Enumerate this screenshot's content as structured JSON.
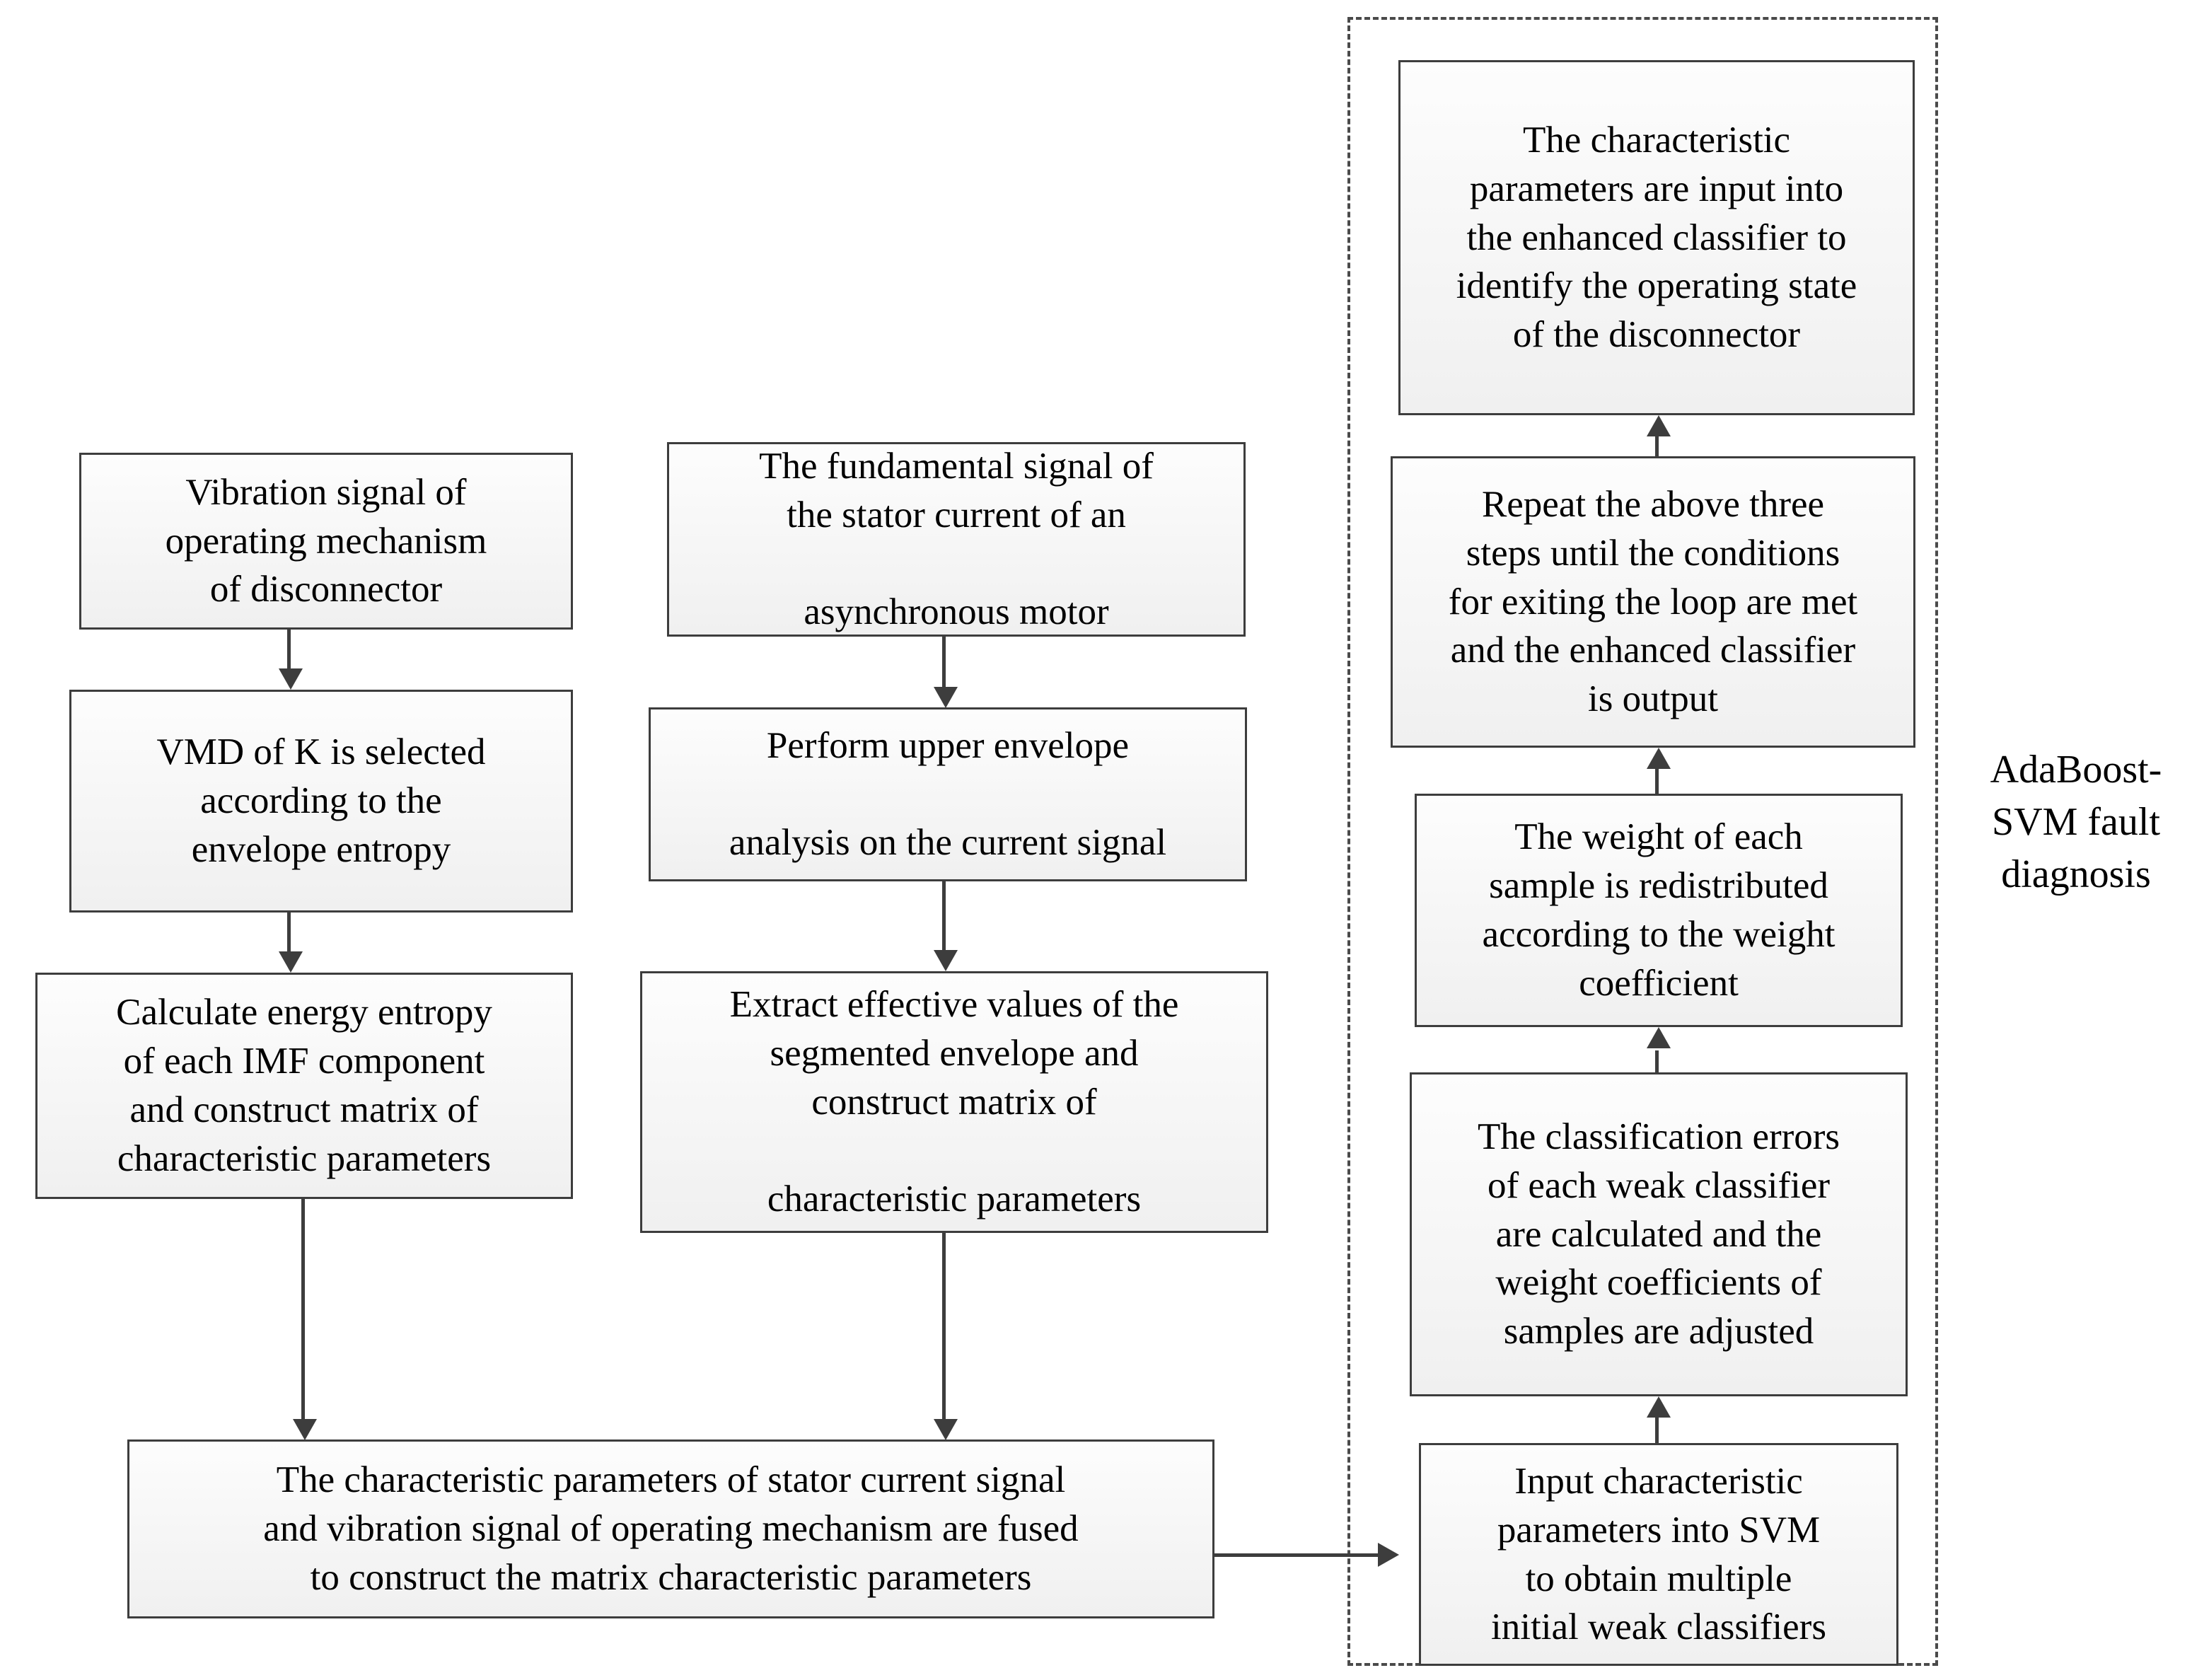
{
  "diagram": {
    "title": "AdaBoost-SVM fault diagnosis flowchart",
    "colors": {
      "box_border": "#3d3d3d",
      "box_fill": "#f7f7f7",
      "connector": "#3d3d3d",
      "group_border": "#4a4a4a",
      "text": "#000000"
    },
    "group_label": "AdaBoost-\nSVM fault\ndiagnosis",
    "left_column": [
      {
        "id": "vibration-signal",
        "text": "Vibration signal of\noperating mechanism\nof disconnector"
      },
      {
        "id": "vmd-selection",
        "text": "VMD of K is selected\naccording to the\nenvelope entropy"
      },
      {
        "id": "energy-entropy",
        "text": "Calculate energy entropy\nof each IMF component\nand construct matrix of\ncharacteristic parameters"
      }
    ],
    "middle_column": [
      {
        "id": "fundamental-signal",
        "text": "The fundamental signal of\nthe stator current of an\n\nasynchronous motor"
      },
      {
        "id": "upper-envelope",
        "text": "Perform upper envelope\n\nanalysis on the current signal"
      },
      {
        "id": "extract-effective-values",
        "text": "Extract effective values of the\nsegmented envelope and\nconstruct matrix of\n\ncharacteristic parameters"
      }
    ],
    "fusion_box": {
      "id": "fused-characteristic-parameters",
      "text": "The characteristic parameters of stator current signal\nand vibration signal of operating mechanism are fused\nto construct the matrix characteristic parameters"
    },
    "right_column": [
      {
        "id": "identify-operating-state",
        "text": "The characteristic\nparameters are input into\nthe enhanced classifier to\nidentify the operating state\nof the disconnector"
      },
      {
        "id": "repeat-until-exit",
        "text": "Repeat the above three\nsteps until the conditions\nfor exiting the loop are met\nand the enhanced classifier\nis output"
      },
      {
        "id": "redistribute-weights",
        "text": "The weight of each\nsample is redistributed\naccording to the weight\ncoefficient"
      },
      {
        "id": "classification-errors",
        "text": "The classification errors\nof each weak classifier\nare calculated and the\nweight coefficients of\nsamples are adjusted"
      },
      {
        "id": "input-into-svm",
        "text": "Input characteristic\nparameters into SVM\nto obtain multiple\ninitial weak classifiers"
      }
    ]
  }
}
